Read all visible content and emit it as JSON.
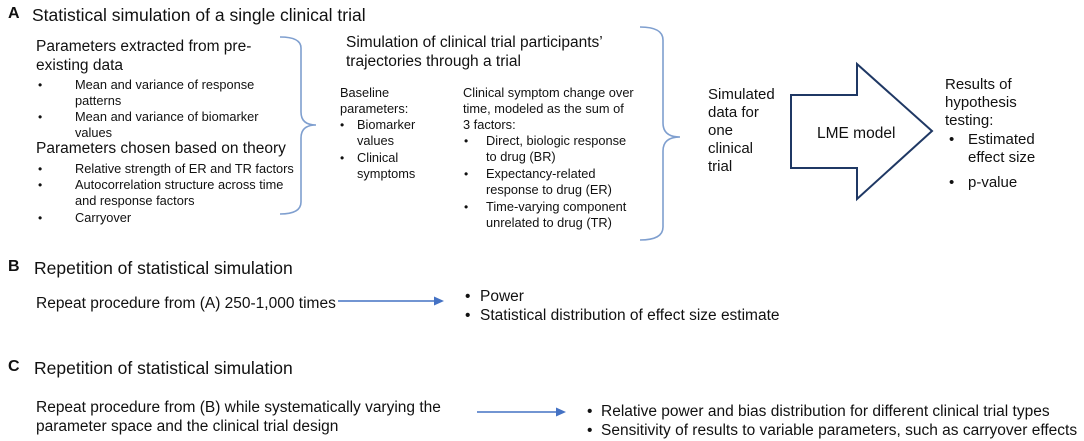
{
  "sectionA": {
    "letter": "A",
    "title": "Statistical simulation of a single clinical trial",
    "params_extracted": {
      "heading_line1": "Parameters extracted from pre-",
      "heading_line2": "existing data",
      "items": [
        {
          "line1": "Mean and variance of response",
          "line2": "patterns"
        },
        {
          "line1": "Mean and variance of biomarker",
          "line2": "values"
        }
      ]
    },
    "params_theory": {
      "heading": "Parameters chosen based on theory",
      "items": [
        {
          "line1": "Relative strength of ER and TR factors",
          "line2": ""
        },
        {
          "line1": "Autocorrelation structure across time",
          "line2": "and response factors"
        },
        {
          "line1": "Carryover",
          "line2": ""
        }
      ]
    },
    "simulation": {
      "heading_line1": "Simulation of clinical trial participants’",
      "heading_line2": "trajectories through a trial",
      "baseline": {
        "label_line1": "Baseline",
        "label_line2": "parameters:",
        "items": [
          {
            "line1": "Biomarker",
            "line2": "values"
          },
          {
            "line1": "Clinical",
            "line2": "symptoms"
          }
        ]
      },
      "symptom": {
        "line1": "Clinical symptom change over",
        "line2": "time, modeled as the sum of",
        "line3": "3 factors:",
        "items": [
          {
            "line1": "Direct, biologic response",
            "line2": "to drug (BR)"
          },
          {
            "line1": "Expectancy-related",
            "line2": "response to drug (ER)"
          },
          {
            "line1": "Time-varying component",
            "line2": "unrelated to drug (TR)"
          }
        ]
      }
    },
    "simulated_data": {
      "line1": "Simulated",
      "line2": "data for",
      "line3": "one",
      "line4": "clinical",
      "line5": "trial"
    },
    "model_label": "LME model",
    "results": {
      "line1": "Results of",
      "line2": "hypothesis",
      "line3": "testing:",
      "items": [
        {
          "line1": "Estimated",
          "line2": "effect size"
        },
        {
          "line1": "p-value",
          "line2": ""
        }
      ]
    }
  },
  "sectionB": {
    "letter": "B",
    "title": "Repetition of statistical simulation",
    "procedure": "Repeat procedure from (A) 250-1,000 times",
    "outcomes": [
      "Power",
      "Statistical distribution of effect size estimate"
    ]
  },
  "sectionC": {
    "letter": "C",
    "title": "Repetition of statistical simulation",
    "procedure_line1": "Repeat procedure from (B) while systematically varying the",
    "procedure_line2": "parameter space and the clinical trial design",
    "outcomes": [
      "Relative power and bias distribution for different clinical trial types",
      "Sensitivity of results to variable parameters, such as carryover effects"
    ]
  },
  "colors": {
    "arrow": "#4472C4",
    "brace": "#7F9FCF",
    "text": "#111111"
  },
  "icons": {
    "bullet": "bullet-dot-icon"
  }
}
